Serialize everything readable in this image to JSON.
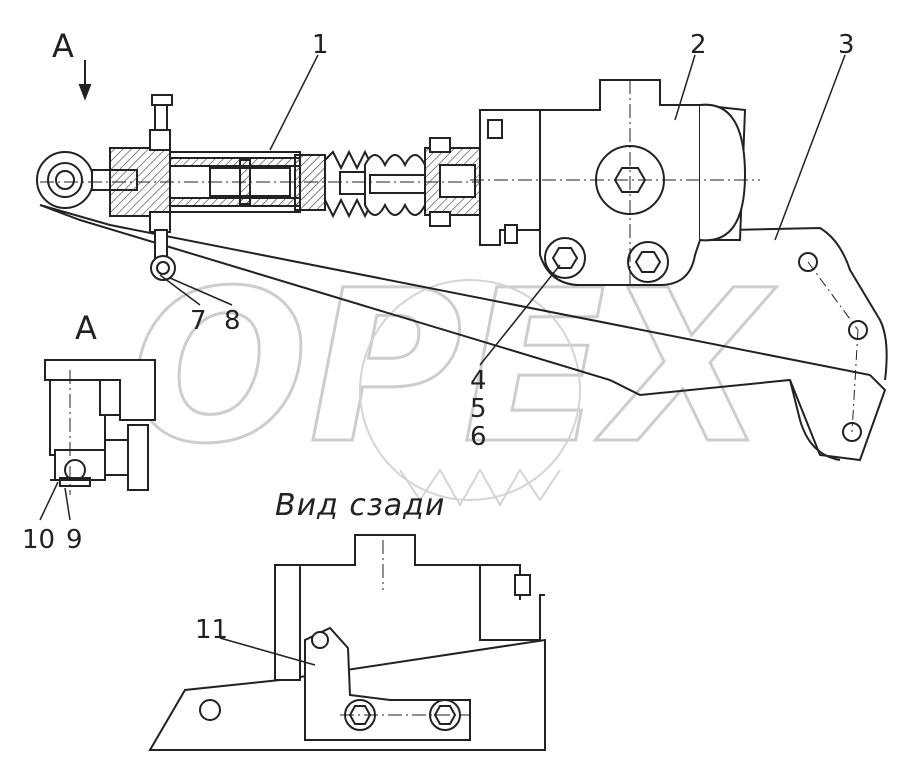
{
  "watermark": {
    "text": "OPEX",
    "color": "#c8c8c8"
  },
  "view_a_arrow_label": "A",
  "view_a_title": "A",
  "rear_view_title": "Вид сзади",
  "callouts": {
    "c1": "1",
    "c2": "2",
    "c3": "3",
    "c4": "4",
    "c5": "5",
    "c6": "6",
    "c7": "7",
    "c8": "8",
    "c9": "9",
    "c10": "10",
    "c11": "11"
  },
  "colors": {
    "line": "#222222",
    "hatch": "#333333",
    "watermark": "#c8c8c8"
  }
}
